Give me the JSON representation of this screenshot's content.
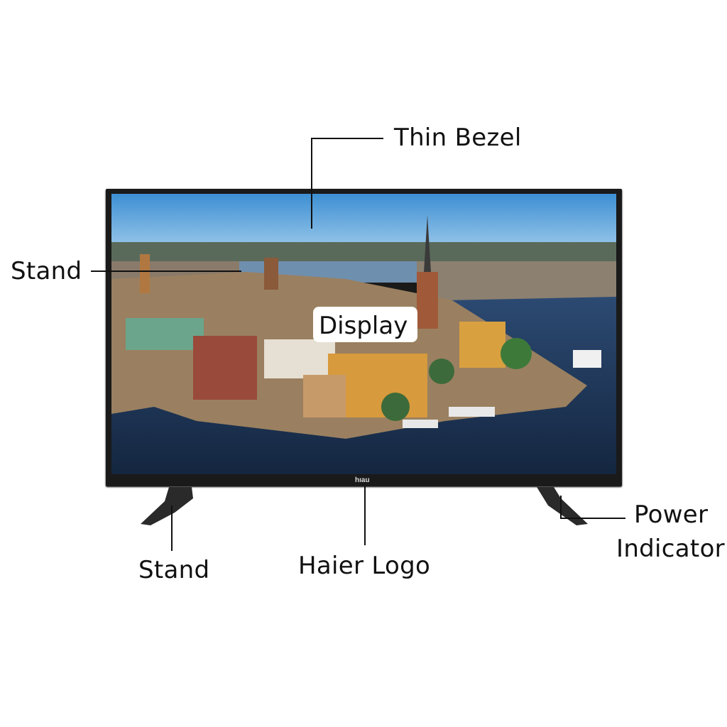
{
  "labels": {
    "thin_bezel": "Thin Bezel",
    "stand_left_top": "Stand",
    "display": "Display",
    "stand_bottom": "Stand",
    "haier_logo": "Haier Logo",
    "power_line1": "Power",
    "power_line2": "Indicator"
  },
  "tv": {
    "logo_text": "hıau"
  },
  "colors": {
    "bezel": "#1a1a1a",
    "sky": "#4a9ad6",
    "water": "#1d3558",
    "line": "#111111"
  }
}
